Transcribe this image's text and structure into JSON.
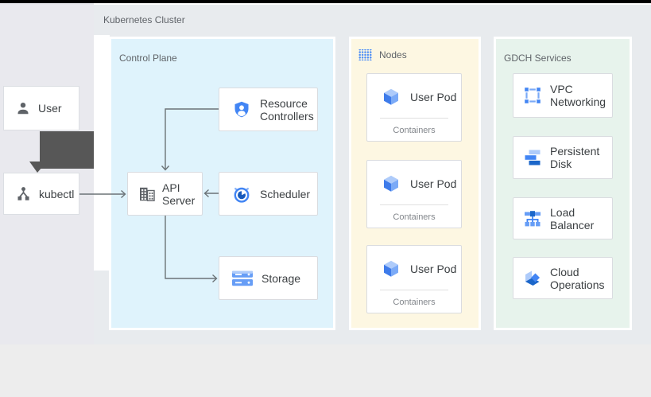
{
  "cluster_label": "Kubernetes Cluster",
  "actors": {
    "user": "User",
    "kubectl": "kubectl"
  },
  "control_plane": {
    "label": "Control Plane",
    "resource_controllers": "Resource Controllers",
    "api_server": "API Server",
    "scheduler": "Scheduler",
    "storage": "Storage"
  },
  "nodes": {
    "label": "Nodes",
    "pods": [
      {
        "title": "User Pod",
        "subtitle": "Containers"
      },
      {
        "title": "User Pod",
        "subtitle": "Containers"
      },
      {
        "title": "User Pod",
        "subtitle": "Containers"
      }
    ]
  },
  "gdch": {
    "label": "GDCH Services",
    "services": [
      {
        "label": "VPC Networking"
      },
      {
        "label": "Persistent Disk"
      },
      {
        "label": "Load Balancer"
      },
      {
        "label": "Cloud Operations"
      }
    ]
  },
  "icons": {
    "user": "person-icon",
    "kubectl": "kubectl-graph-icon",
    "nodes_header": "dots-grid-icon",
    "resource_controllers": "shield-user-icon",
    "api_server": "building-icon",
    "scheduler": "alarm-clock-icon",
    "storage": "server-stack-icon",
    "user_pod": "cube-icon",
    "vpc_networking": "vpc-network-icon",
    "persistent_disk": "layered-disk-icon",
    "load_balancer": "network-tree-icon",
    "cloud_operations": "box-diamond-icon"
  },
  "colors": {
    "google_blue": "#4285f4",
    "light_blue": "#aecbfa",
    "medium_blue": "#669df6",
    "dark_blue": "#1b66c9",
    "control_plane_bg": "#dff3fc",
    "nodes_bg": "#fdf7e2",
    "gdch_bg": "#e7f3ec",
    "cluster_bg": "#e8ebee",
    "left_strip_bg": "#e9e9ee",
    "bottom_bg": "#ededed",
    "arrow": "#6b7377",
    "thick_arrow": "#575757",
    "label_gray": "#5f6368",
    "card_text": "#3c4043"
  }
}
